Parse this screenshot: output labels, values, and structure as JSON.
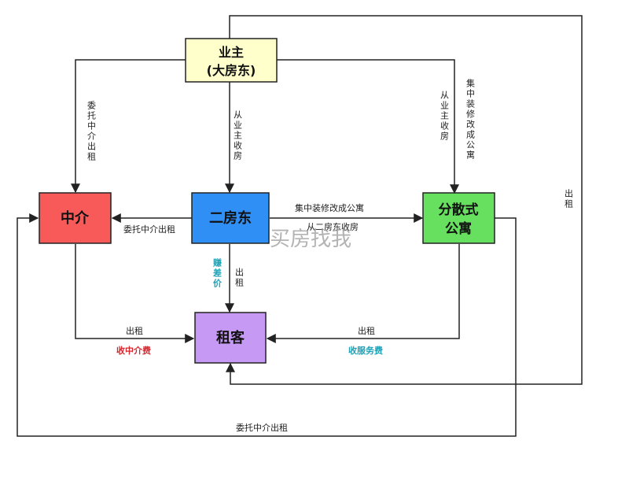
{
  "nodes": {
    "owner": {
      "line1": "业主",
      "line2": "(大房东)",
      "fill": "#ffffcc"
    },
    "agency": {
      "label": "中介",
      "fill": "#f85a5a"
    },
    "sublandlord": {
      "label": "二房东",
      "fill": "#2f8ff5"
    },
    "apartment": {
      "line1": "分散式",
      "line2": "公寓",
      "fill": "#66e05e"
    },
    "tenant": {
      "label": "租客",
      "fill": "#c699f5"
    }
  },
  "edges": {
    "owner_to_agency": "委托中介出租",
    "owner_to_sublandlord": "从业主收房",
    "owner_to_apartment_a": "从业主收房",
    "owner_to_apartment_b": "集中装修改成公寓",
    "owner_to_tenant_direct": "出租",
    "sublandlord_to_agency": "委托中介出租",
    "sublandlord_to_apartment_top": "集中装修改成公寓",
    "sublandlord_to_apartment_bottom": "从二房东收房",
    "sublandlord_to_tenant": "出租",
    "sublandlord_profit": "赚差价",
    "agency_to_tenant": "出租",
    "agency_fee": "收中介费",
    "apartment_to_tenant": "出租",
    "apartment_fee": "收服务费",
    "apartment_to_agency": "委托中介出租"
  },
  "watermark": "买房找我",
  "colors": {
    "line": "#222222",
    "red": "#d6262d",
    "teal": "#1aa3b8"
  }
}
